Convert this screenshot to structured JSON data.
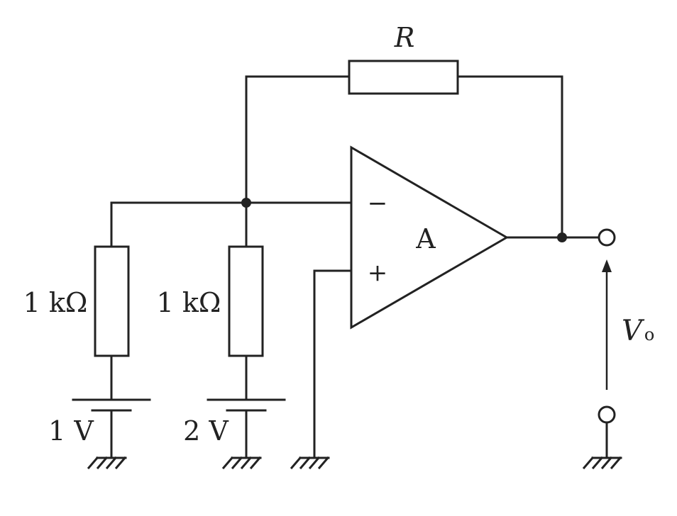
{
  "feedback_resistor": {
    "label": "R"
  },
  "opamp": {
    "name": "A",
    "inverting": "−",
    "noninverting": "+"
  },
  "branch_1": {
    "resistor": "1 kΩ",
    "source": "1 V"
  },
  "branch_2": {
    "resistor": "1 kΩ",
    "source": "2 V"
  },
  "output": {
    "voltage_symbol": "V",
    "voltage_subscript": "o"
  }
}
